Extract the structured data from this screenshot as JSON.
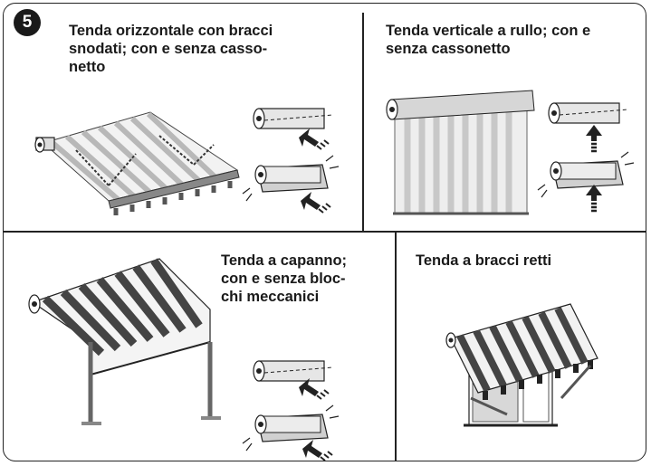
{
  "figure": {
    "number": "5"
  },
  "panels": [
    {
      "title": "Tenda orizzontale con bracci\nsnodati; con e senza casso-\nnetto"
    },
    {
      "title": "Tenda verticale a rullo; con e\nsenza cassonetto"
    },
    {
      "title": "Tenda a capanno;\ncon e senza bloc-\nchi meccanici"
    },
    {
      "title": "Tenda a bracci retti"
    }
  ]
}
